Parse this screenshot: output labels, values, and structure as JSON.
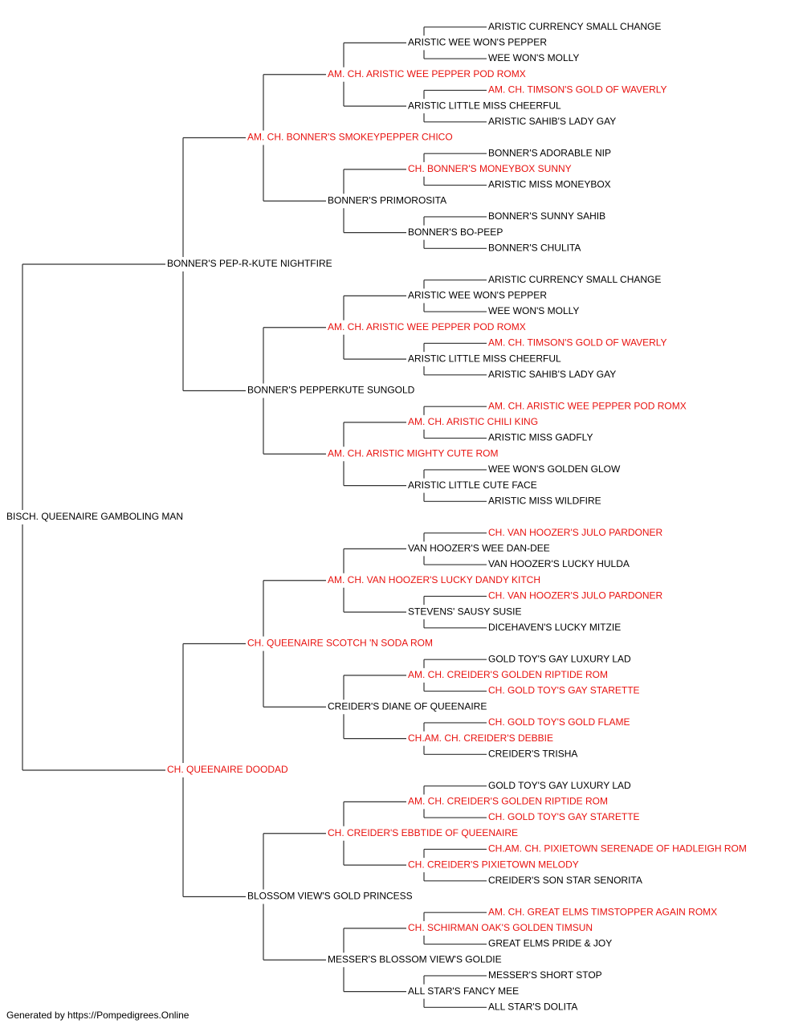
{
  "colors": {
    "champion": "#e8120f",
    "normal": "#000000",
    "line": "#333333"
  },
  "pedigree": {
    "name": "BISCH. QUEENAIRE GAMBOLING MAN",
    "champion": false,
    "sire": {
      "name": "BONNER'S PEP-R-KUTE NIGHTFIRE",
      "champion": false,
      "sire": {
        "name": "AM. CH. BONNER'S SMOKEYPEPPER CHICO",
        "champion": true,
        "sire": {
          "name": "AM. CH. ARISTIC WEE PEPPER POD ROMX",
          "champion": true,
          "sire": {
            "name": "ARISTIC WEE WON'S PEPPER",
            "champion": false,
            "sire": {
              "name": "ARISTIC CURRENCY SMALL CHANGE",
              "champion": false
            },
            "dam": {
              "name": "WEE WON'S MOLLY",
              "champion": false
            }
          },
          "dam": {
            "name": "ARISTIC LITTLE MISS CHEERFUL",
            "champion": false,
            "sire": {
              "name": "AM. CH. TIMSON'S GOLD OF WAVERLY",
              "champion": true
            },
            "dam": {
              "name": "ARISTIC SAHIB'S LADY GAY",
              "champion": false
            }
          }
        },
        "dam": {
          "name": "BONNER'S PRIMOROSITA",
          "champion": false,
          "sire": {
            "name": "CH. BONNER'S MONEYBOX SUNNY",
            "champion": true,
            "sire": {
              "name": "BONNER'S ADORABLE NIP",
              "champion": false
            },
            "dam": {
              "name": "ARISTIC MISS MONEYBOX",
              "champion": false
            }
          },
          "dam": {
            "name": "BONNER'S BO-PEEP",
            "champion": false,
            "sire": {
              "name": "BONNER'S SUNNY SAHIB",
              "champion": false
            },
            "dam": {
              "name": "BONNER'S CHULITA",
              "champion": false
            }
          }
        }
      },
      "dam": {
        "name": "BONNER'S PEPPERKUTE SUNGOLD",
        "champion": false,
        "sire": {
          "name": "AM. CH. ARISTIC WEE PEPPER POD ROMX",
          "champion": true,
          "sire": {
            "name": "ARISTIC WEE WON'S PEPPER",
            "champion": false,
            "sire": {
              "name": "ARISTIC CURRENCY SMALL CHANGE",
              "champion": false
            },
            "dam": {
              "name": "WEE WON'S MOLLY",
              "champion": false
            }
          },
          "dam": {
            "name": "ARISTIC LITTLE MISS CHEERFUL",
            "champion": false,
            "sire": {
              "name": "AM. CH. TIMSON'S GOLD OF WAVERLY",
              "champion": true
            },
            "dam": {
              "name": "ARISTIC SAHIB'S LADY GAY",
              "champion": false
            }
          }
        },
        "dam": {
          "name": "AM. CH. ARISTIC MIGHTY CUTE ROM",
          "champion": true,
          "sire": {
            "name": "AM. CH. ARISTIC CHILI KING",
            "champion": true,
            "sire": {
              "name": "AM. CH. ARISTIC WEE PEPPER POD ROMX",
              "champion": true
            },
            "dam": {
              "name": "ARISTIC MISS GADFLY",
              "champion": false
            }
          },
          "dam": {
            "name": "ARISTIC LITTLE CUTE FACE",
            "champion": false,
            "sire": {
              "name": "WEE WON'S GOLDEN GLOW",
              "champion": false
            },
            "dam": {
              "name": "ARISTIC MISS WILDFIRE",
              "champion": false
            }
          }
        }
      }
    },
    "dam": {
      "name": "CH. QUEENAIRE DOODAD",
      "champion": true,
      "sire": {
        "name": "CH. QUEENAIRE SCOTCH 'N SODA ROM",
        "champion": true,
        "sire": {
          "name": "AM. CH. VAN HOOZER'S LUCKY DANDY KITCH",
          "champion": true,
          "sire": {
            "name": "VAN HOOZER'S WEE DAN-DEE",
            "champion": false,
            "sire": {
              "name": "CH. VAN HOOZER'S JULO PARDONER",
              "champion": true
            },
            "dam": {
              "name": "VAN HOOZER'S LUCKY HULDA",
              "champion": false
            }
          },
          "dam": {
            "name": "STEVENS' SAUSY SUSIE",
            "champion": false,
            "sire": {
              "name": "CH. VAN HOOZER'S JULO PARDONER",
              "champion": true
            },
            "dam": {
              "name": "DICEHAVEN'S LUCKY MITZIE",
              "champion": false
            }
          }
        },
        "dam": {
          "name": "CREIDER'S DIANE OF QUEENAIRE",
          "champion": false,
          "sire": {
            "name": "AM. CH. CREIDER'S GOLDEN RIPTIDE ROM",
            "champion": true,
            "sire": {
              "name": "GOLD TOY'S GAY LUXURY LAD",
              "champion": false
            },
            "dam": {
              "name": "CH. GOLD TOY'S GAY STARETTE",
              "champion": true
            }
          },
          "dam": {
            "name": "CH.AM. CH. CREIDER'S DEBBIE",
            "champion": true,
            "sire": {
              "name": "CH. GOLD TOY'S GOLD FLAME",
              "champion": true
            },
            "dam": {
              "name": "CREIDER'S TRISHA",
              "champion": false
            }
          }
        }
      },
      "dam": {
        "name": "BLOSSOM VIEW'S GOLD PRINCESS",
        "champion": false,
        "sire": {
          "name": "CH. CREIDER'S EBBTIDE OF QUEENAIRE",
          "champion": true,
          "sire": {
            "name": "AM. CH. CREIDER'S GOLDEN RIPTIDE ROM",
            "champion": true,
            "sire": {
              "name": "GOLD TOY'S GAY LUXURY LAD",
              "champion": false
            },
            "dam": {
              "name": "CH. GOLD TOY'S GAY STARETTE",
              "champion": true
            }
          },
          "dam": {
            "name": "CH. CREIDER'S PIXIETOWN MELODY",
            "champion": true,
            "sire": {
              "name": "CH.AM. CH. PIXIETOWN SERENADE OF HADLEIGH ROM",
              "champion": true
            },
            "dam": {
              "name": "CREIDER'S SON STAR SENORITA",
              "champion": false
            }
          }
        },
        "dam": {
          "name": "MESSER'S BLOSSOM VIEW'S GOLDIE",
          "champion": false,
          "sire": {
            "name": "CH. SCHIRMAN OAK'S GOLDEN TIMSUN",
            "champion": true,
            "sire": {
              "name": "AM. CH. GREAT ELMS TIMSTOPPER AGAIN ROMX",
              "champion": true
            },
            "dam": {
              "name": "GREAT ELMS PRIDE & JOY",
              "champion": false
            }
          },
          "dam": {
            "name": "ALL STAR'S FANCY MEE",
            "champion": false,
            "sire": {
              "name": "MESSER'S SHORT STOP",
              "champion": false
            },
            "dam": {
              "name": "ALL STAR'S DOLITA",
              "champion": false
            }
          }
        }
      }
    }
  },
  "footer": "Generated by https://Pompedigrees.Online"
}
